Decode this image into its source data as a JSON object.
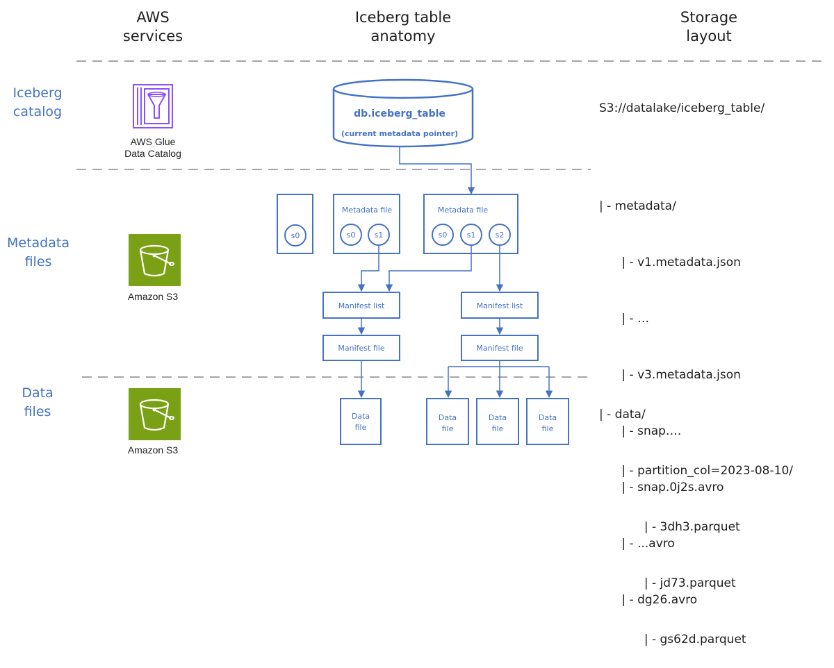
{
  "headers": {
    "aws": "AWS\nservices",
    "anatomy": "Iceberg table\nanatomy",
    "storage": "Storage\nlayout"
  },
  "rows": {
    "catalog": "Iceberg\ncatalog",
    "metadata": "Metadata\nfiles",
    "data": "Data\nfiles"
  },
  "services": {
    "glue": "AWS Glue\nData Catalog",
    "s3_metadata": "Amazon S3",
    "s3_data": "Amazon S3"
  },
  "catalog_table": {
    "name": "db.iceberg_table",
    "pointer": "(current metadata pointer)"
  },
  "metadata_files": {
    "old_snapshot": "s0",
    "file_a": {
      "label": "Metadata file",
      "snapshots": [
        "s0",
        "s1"
      ]
    },
    "file_b": {
      "label": "Metadata file",
      "snapshots": [
        "s0",
        "s1",
        "s2"
      ]
    }
  },
  "manifests": {
    "list_label": "Manifest list",
    "file_label": "Manifest file"
  },
  "data_file_label": [
    "Data",
    "file"
  ],
  "storage": {
    "root": "S3://datalake/iceberg_table/",
    "metadata_lines": [
      "| - metadata/",
      "      | - v1.metadata.json",
      "      | - …",
      "      | - v3.metadata.json",
      "      | - snap….",
      "      | - snap.0j2s.avro",
      "      | - ...avro",
      "      | - dg26.avro"
    ],
    "data_lines": [
      "| - data/",
      "      | - partition_col=2023-08-10/",
      "            | - 3dh3.parquet",
      "            | - jd73.parquet",
      "            | - gs62d.parquet"
    ]
  },
  "colors": {
    "accent": "#4472c4",
    "divider": "#a6a6a6",
    "glue": "#8c4fff",
    "s3": "#7aa116"
  },
  "icons": [
    "glue-data-catalog-icon",
    "s3-bucket-icon"
  ]
}
